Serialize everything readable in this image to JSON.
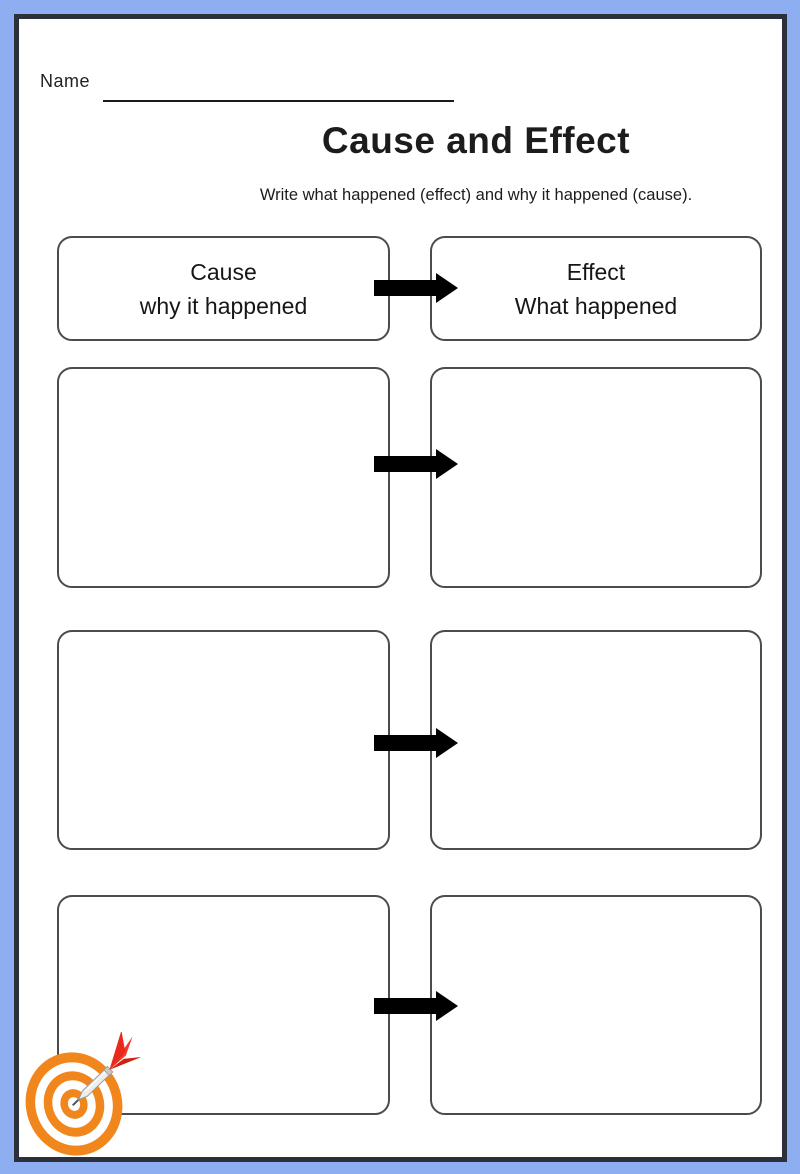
{
  "page": {
    "name_label": "Name",
    "title": "Cause and Effect",
    "instructions": "Write what happened (effect) and why it happened (cause)."
  },
  "headers": {
    "cause": {
      "line1": "Cause",
      "line2": "why it happened"
    },
    "effect": {
      "line1": "Effect",
      "line2": "What happened"
    }
  },
  "rows": [
    {
      "cause": "",
      "effect": ""
    },
    {
      "cause": "",
      "effect": ""
    },
    {
      "cause": "",
      "effect": ""
    }
  ],
  "icons": {
    "arrow": "right-block-arrow",
    "corner": "target-with-dart"
  },
  "colors": {
    "outer_frame_blue": "#8DAEF0",
    "inner_border": "#2B303B",
    "box_border": "#4C4C4C",
    "arrow_black": "#000000",
    "target_orange": "#F1871C",
    "dart_red": "#E8291C"
  }
}
